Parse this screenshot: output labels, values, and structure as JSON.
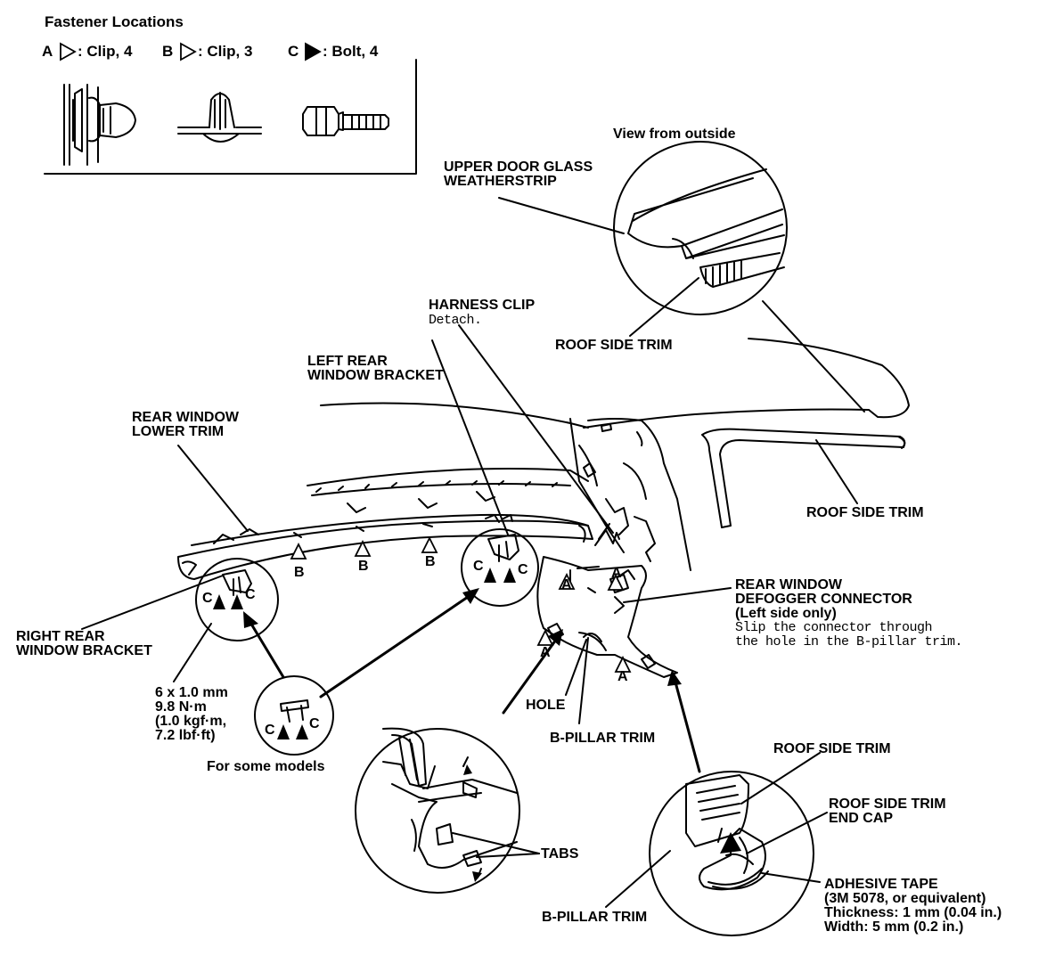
{
  "legend": {
    "title": "Fastener Locations",
    "items": [
      {
        "letter": "A",
        "text": ": Clip, 4"
      },
      {
        "letter": "B",
        "text": ": Clip, 3"
      },
      {
        "letter": "C",
        "text": ": Bolt, 4"
      }
    ]
  },
  "labels": {
    "view_from_outside": "View from outside",
    "upper_door_glass_1": "UPPER DOOR GLASS",
    "upper_door_glass_2": "WEATHERSTRIP",
    "harness_clip": "HARNESS CLIP",
    "harness_clip_note": "Detach.",
    "roof_side_trim_top": "ROOF SIDE TRIM",
    "left_rear_1": "LEFT REAR",
    "left_rear_2": "WINDOW BRACKET",
    "rear_window_lower_1": "REAR WINDOW",
    "rear_window_lower_2": "LOWER TRIM",
    "roof_side_trim_right": "ROOF SIDE TRIM",
    "defogger_1": "REAR WINDOW",
    "defogger_2": "DEFOGGER CONNECTOR",
    "defogger_3": "(Left side only)",
    "defogger_note_1": "Slip the connector through",
    "defogger_note_2": "the hole in the B-pillar trim.",
    "right_rear_1": "RIGHT REAR",
    "right_rear_2": "WINDOW BRACKET",
    "spec_1": "6 x 1.0 mm",
    "spec_2": "9.8 N·m",
    "spec_3": "(1.0 kgf·m,",
    "spec_4": "7.2 lbf·ft)",
    "for_some_models": "For some models",
    "hole": "HOLE",
    "b_pillar_trim_mid": "B-PILLAR TRIM",
    "roof_side_trim_bottom": "ROOF SIDE TRIM",
    "end_cap_1": "ROOF SIDE TRIM",
    "end_cap_2": "END CAP",
    "tabs": "TABS",
    "adhesive_1": "ADHESIVE TAPE",
    "adhesive_2": "(3M 5078, or equivalent)",
    "adhesive_3": "Thickness: 1 mm (0.04 in.)",
    "adhesive_4": "Width: 5 mm (0.2 in.)",
    "b_pillar_trim_bottom": "B-PILLAR TRIM"
  },
  "markers": {
    "a": "A",
    "b": "B",
    "c": "C"
  }
}
